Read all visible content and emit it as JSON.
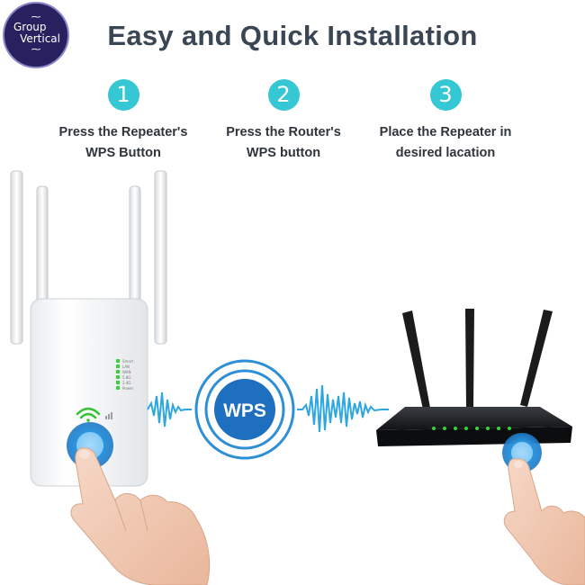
{
  "logo": {
    "line1": "Group",
    "line2": "Vertical"
  },
  "title": "Easy and Quick Installation",
  "steps": [
    {
      "number": "1",
      "line1": "Press the Repeater's",
      "line2": "WPS Button"
    },
    {
      "number": "2",
      "line1": "Press the Router's",
      "line2": "WPS button"
    },
    {
      "number": "3",
      "line1": "Place the Repeater in",
      "line2": "desired lacation"
    }
  ],
  "repeater": {
    "indicators": [
      "Smart",
      "LAN",
      "WAN",
      "5.8G",
      "2.4G",
      "Power"
    ]
  },
  "wps_label": "WPS",
  "colors": {
    "accent": "#35c7d3",
    "wave": "#2ea6df",
    "wps_ring": "#2f8fd6",
    "led": "#3bd13b",
    "title": "#3b4654",
    "logo_bg": "#27225f"
  }
}
